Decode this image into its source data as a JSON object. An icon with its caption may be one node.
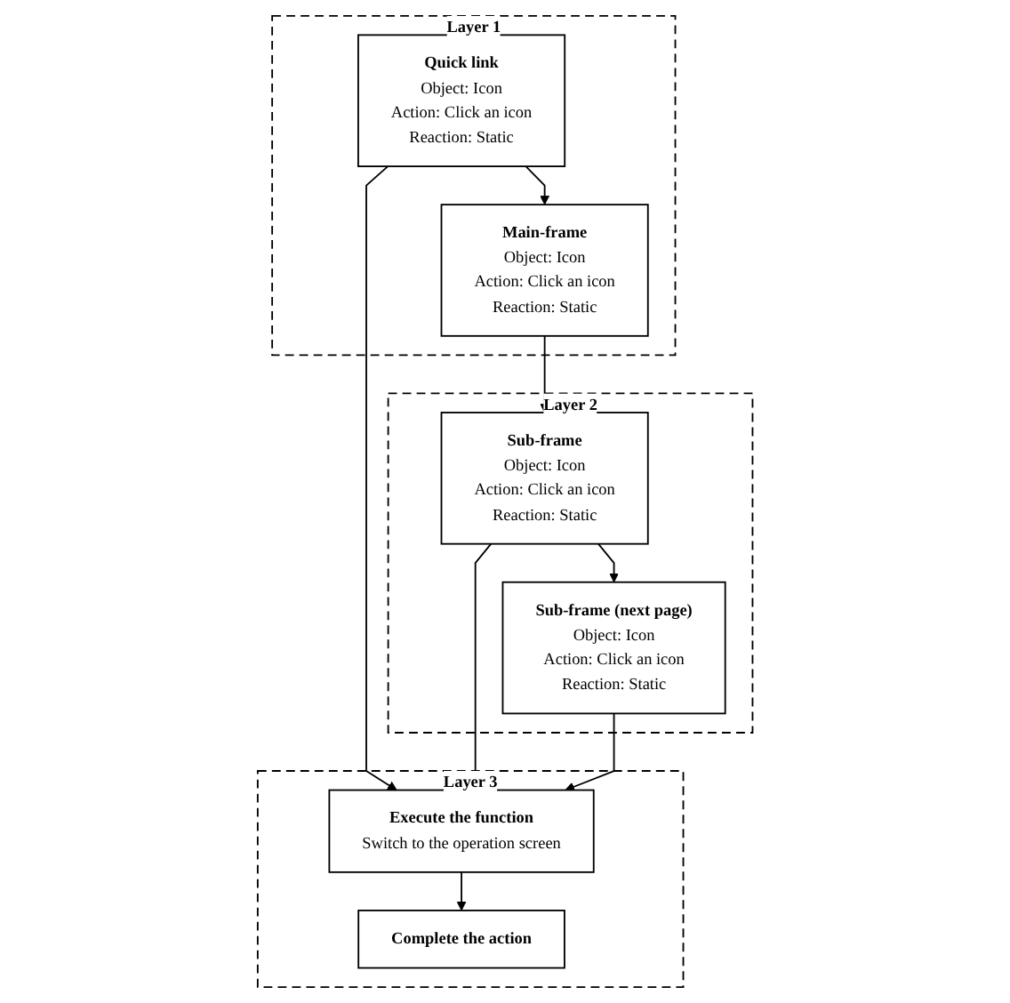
{
  "diagram": {
    "nodes": [
      {
        "text": [
          "Layer 1"
        ]
      },
      {
        "text": [
          "Quick link",
          "Object: Icon",
          "Action: Click an icon",
          "Reaction: Static"
        ],
        "in": 0
      },
      {
        "text": [
          "Main-frame",
          "Object: Icon",
          "Action: Click an icon",
          "Reaction: Static"
        ],
        "in": 0
      },
      {
        "text": [
          "Layer 2"
        ]
      },
      {
        "text": [
          "Sub-frame",
          "Object: Icon",
          "Action: Click an icon",
          "Reaction: Static"
        ],
        "in": 3
      },
      {
        "text": [
          "Sub-frame (next page)",
          "Object: Icon",
          "Action: Click an icon",
          "Reaction: Static"
        ],
        "in": 3
      },
      {
        "text": [
          "Layer 3"
        ]
      },
      {
        "text": [
          "Execute the function",
          "Switch to the operation screen"
        ],
        "in": 6
      },
      {
        "text": [
          "Complete the action"
        ],
        "in": 6
      }
    ],
    "edges": [
      {
        "from": 1,
        "to": 2,
        "arrow": "to"
      },
      {
        "from": 2,
        "to": 4,
        "arrow": "to"
      },
      {
        "from": 4,
        "to": 5,
        "arrow": "to"
      },
      {
        "from": 1,
        "to": 7,
        "arrow": "to"
      },
      {
        "from": 4,
        "to": 7,
        "arrow": "to"
      },
      {
        "from": 5,
        "to": 7,
        "arrow": "to"
      },
      {
        "from": 7,
        "to": 8,
        "arrow": "to"
      }
    ]
  }
}
